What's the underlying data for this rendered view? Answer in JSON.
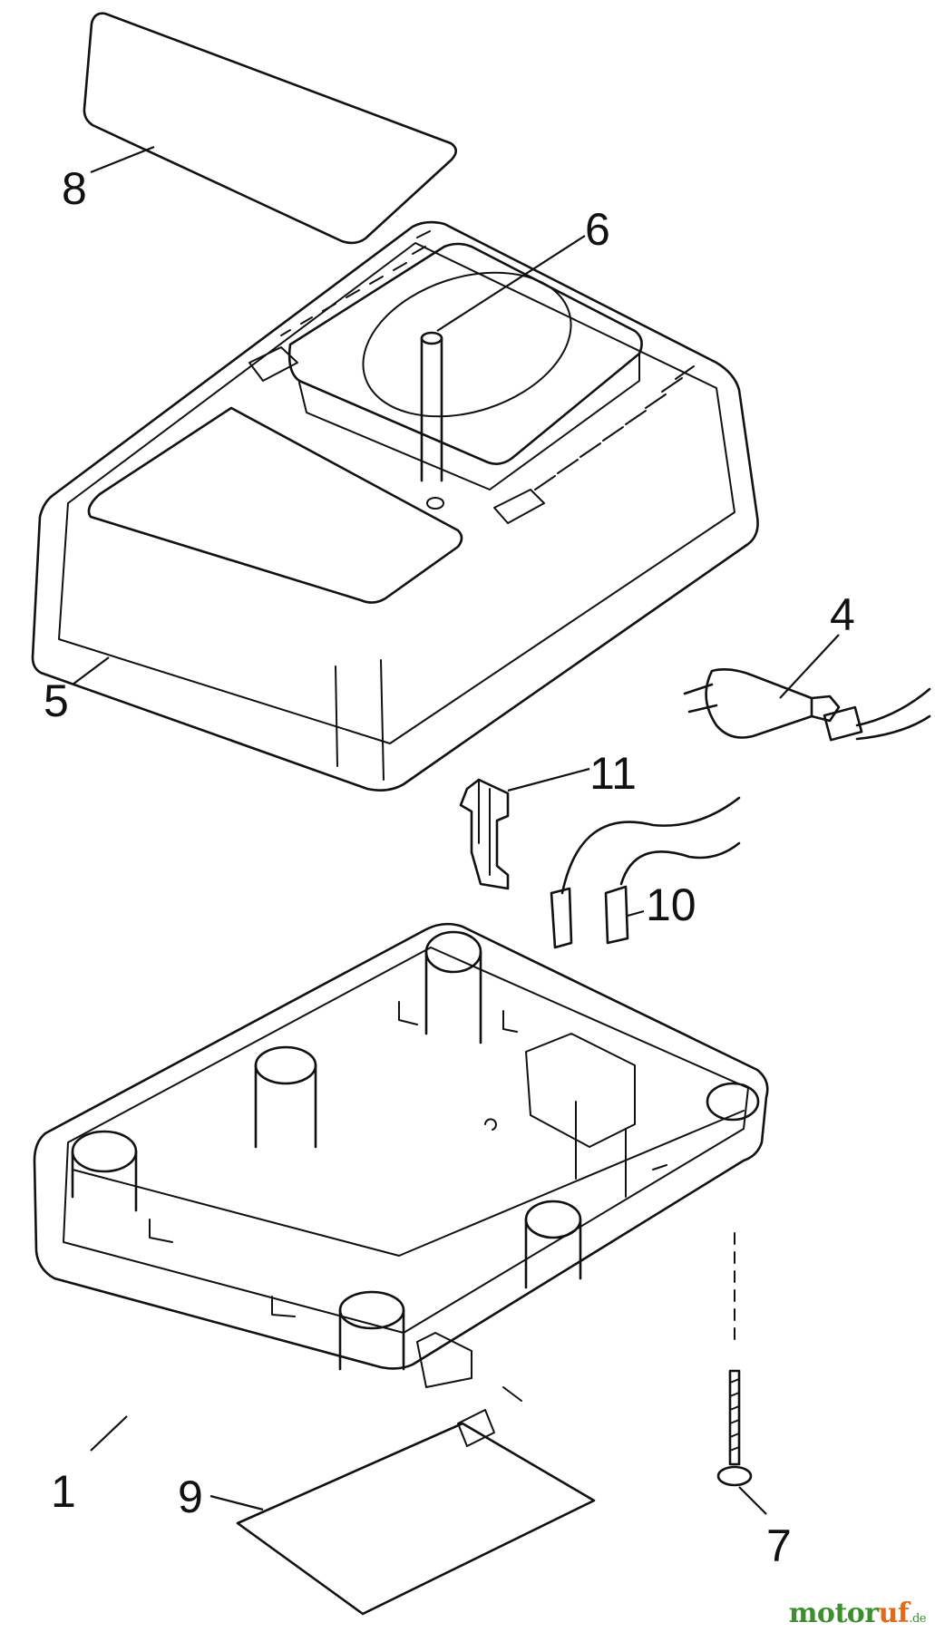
{
  "callouts": {
    "p1": "1",
    "p4": "4",
    "p5": "5",
    "p6": "6",
    "p7": "7",
    "p8": "8",
    "p9": "9",
    "p10": "10",
    "p11": "11"
  },
  "watermark": {
    "part1": "motor",
    "part2": "uf",
    "suffix": ".de"
  },
  "colors": {
    "line": "#111111",
    "watermark_green": "#3d8f2e",
    "watermark_orange": "#e06b1a"
  }
}
